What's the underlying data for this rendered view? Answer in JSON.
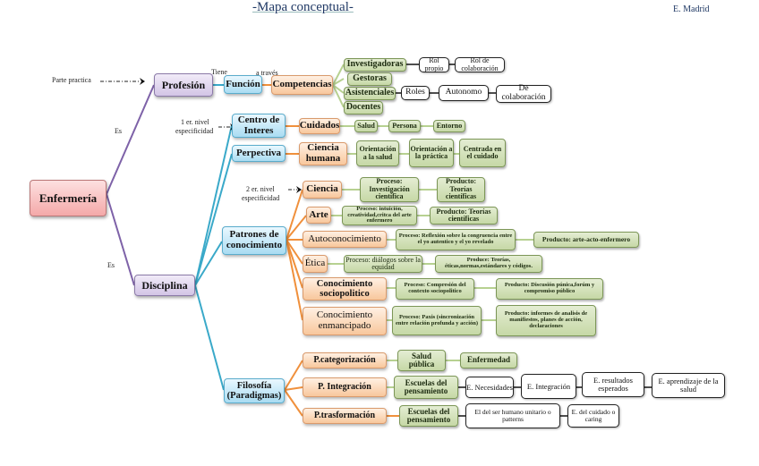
{
  "header": {
    "title": "-Mapa conceptual-",
    "author": "E. Madrid"
  },
  "colors": {
    "purple_link": "#7e62a8",
    "blue_link": "#3aa9c9",
    "orange_link": "#f0903c",
    "green_link": "#b7d191",
    "black_link": "#222222"
  },
  "labels": {
    "parte_practica": "Parte practica",
    "es_top": "Es",
    "es_bottom": "Es",
    "tiene": "Tiene",
    "a_traves": "a través",
    "nivel1": "1 er. nivel",
    "nivel1b": "especificidad",
    "nivel2": "2 er. nivel",
    "nivel2b": "especificidad"
  },
  "nodes": {
    "enfermeria": "Enfermería",
    "profesion": "Profesión",
    "disciplina": "Disciplina",
    "funcion": "Función",
    "competencias": "Competencias",
    "investigadoras": "Investigadoras",
    "gestoras": "Gestoras",
    "asistenciales": "Asistenciales",
    "docentes": "Docentes",
    "rol_propio": "Rol propio",
    "rol_colaboracion": "Rol de colaboración",
    "roles": "Roles",
    "autonomo": "Autonomo",
    "de_colaboracion": "De colaboración",
    "centro_interes": "Centro de Interes",
    "cuidados": "Cuidados",
    "salud": "Salud",
    "persona": "Persona",
    "entorno": "Entorno",
    "perpectiva": "Perpectiva",
    "ciencia_humana": "Ciencia humana",
    "orient_salud": "Orientación a la salud",
    "orient_practica": "Orientación a la práctica",
    "centrada_cuidado": "Centrada en el cuidado",
    "patrones": "Patrones de conocimiento",
    "ciencia": "Ciencia",
    "ciencia_proceso": "Proceso: Investigación científica",
    "ciencia_producto": "Producto: Teorías científicas",
    "arte": "Arte",
    "arte_proceso": "Proceso: intuición, creatividad,critca del arte enfermero",
    "arte_producto": "Producto: Teorías científicas",
    "autoconocimiento": "Autoconocimiento",
    "auto_proceso": "Proceso: Reflexión sobre la congruencia entre el yo autentico y el yo revelado",
    "auto_producto": "Producto: arte-acto-enfermero",
    "etica": "Ética",
    "etica_proceso": "Proceso: diálogos sobre la equidad",
    "etica_producto": "Produce: Teorías, éticas,normas,estándares y códigos.",
    "sociopolitico": "Conocimiento sociopolitico",
    "socio_proceso": "Proceso: Compresión del contexto sociopolitico",
    "socio_producto": "Producto: Discusión púnica,forúm y compromiso público",
    "enmancipado": "Conocimiento enmancipado",
    "enm_proceso": "Proceso: Paxis (sincronización entre relación profunda y acción)",
    "enm_producto": "Producto: informes de analisis de manifiestos, planes de acción, declaraciones",
    "filosofia": "Filosofía (Paradigmas)",
    "p_categorizacion": "P.categorización",
    "salud_publica": "Salud pública",
    "enfermedad": "Enfermedad",
    "p_integracion": "P. Integración",
    "escuelas1": "Escuelas del pensamiento",
    "e_necesidades": "E. Necesidades",
    "e_integracion": "E. Integración",
    "e_resultados": "E. resultados esperados",
    "e_aprendizaje": "E. aprendizaje de la salud",
    "p_trasformacion": "P.trasformación",
    "escuelas2": "Escuelas del pensamiento",
    "ser_humano": "El del ser humano unitario o patterns",
    "e_cuidado": "E. del cuidado o caring"
  }
}
